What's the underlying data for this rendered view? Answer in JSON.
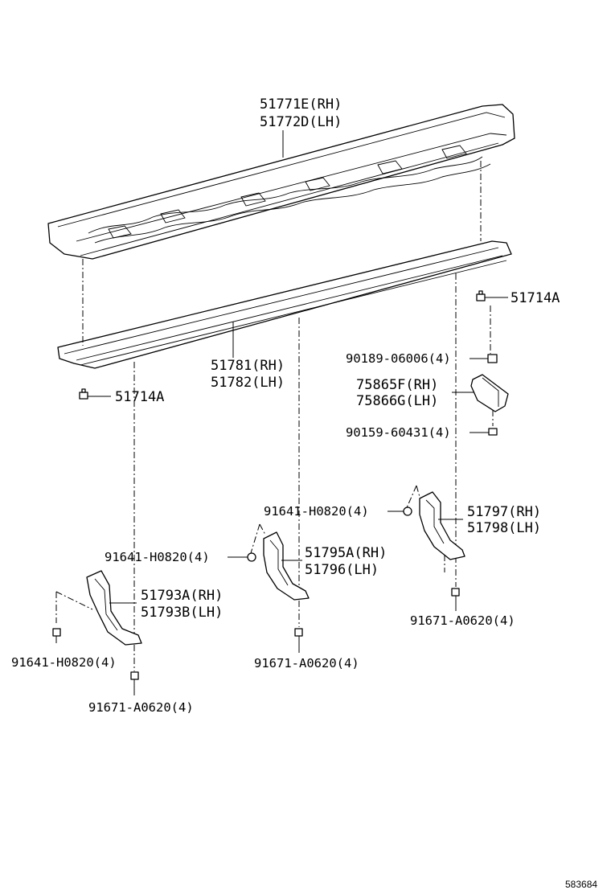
{
  "labels": {
    "step_board_rh": "51771E(RH)",
    "step_board_lh": "51772D(LH)",
    "clip_right": "51714A",
    "clip_left": "51714A",
    "rail_rh": "51781(RH)",
    "rail_lh": "51782(LH)",
    "nut_top": "90189-06006(4)",
    "pad_rh": "75865F(RH)",
    "pad_lh": "75866G(LH)",
    "screw_pad": "90159-60431(4)",
    "bolt_right_upper": "91641-H0820(4)",
    "bracket_right_rh": "51797(RH)",
    "bracket_right_lh": "51798(LH)",
    "bolt_mid_upper": "91641-H0820(4)",
    "bracket_mid_rh": "51795A(RH)",
    "bracket_mid_lh": "51796(LH)",
    "bracket_left_rh": "51793A(RH)",
    "bracket_left_lh": "51793B(LH)",
    "bolt_left_upper": "91641-H0820(4)",
    "bolt_right_lower": "91671-A0620(4)",
    "bolt_mid_lower": "91671-A0620(4)",
    "bolt_left_lower": "91671-A0620(4)",
    "diagram_id": "583684"
  }
}
